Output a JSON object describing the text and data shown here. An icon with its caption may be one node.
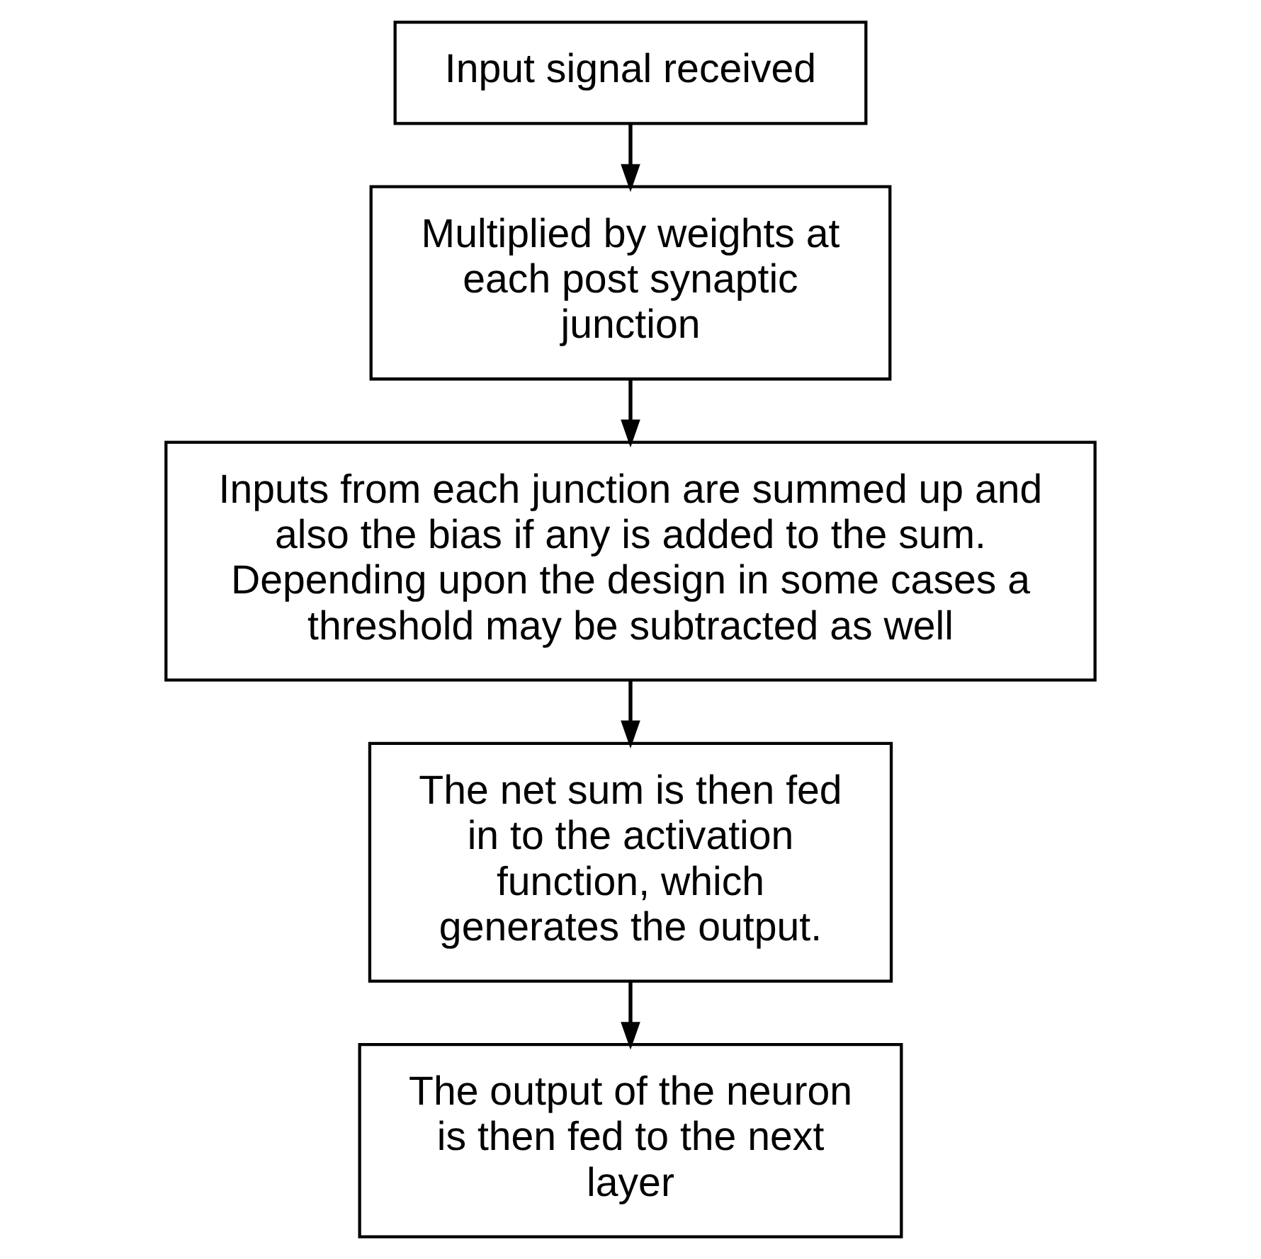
{
  "diagram": {
    "nodes": [
      {
        "text": [
          "Input signal received"
        ]
      },
      {
        "text": [
          "Multiplied by weights at each post synaptic junction"
        ]
      },
      {
        "text": [
          "Inputs from each junction are summed up and also the bias if any is added to the sum. Depending upon the design in some cases a threshold may be subtracted as well"
        ]
      },
      {
        "text": [
          "The net sum is then fed in to the activation function, which generates the output."
        ]
      },
      {
        "text": [
          "The output of the neuron is then fed to the next layer"
        ]
      }
    ],
    "edges": [
      {
        "from": 0,
        "to": 1,
        "arrow": "to"
      },
      {
        "from": 1,
        "to": 2,
        "arrow": "to"
      },
      {
        "from": 2,
        "to": 3,
        "arrow": "to"
      },
      {
        "from": 3,
        "to": 4,
        "arrow": "to"
      }
    ]
  }
}
